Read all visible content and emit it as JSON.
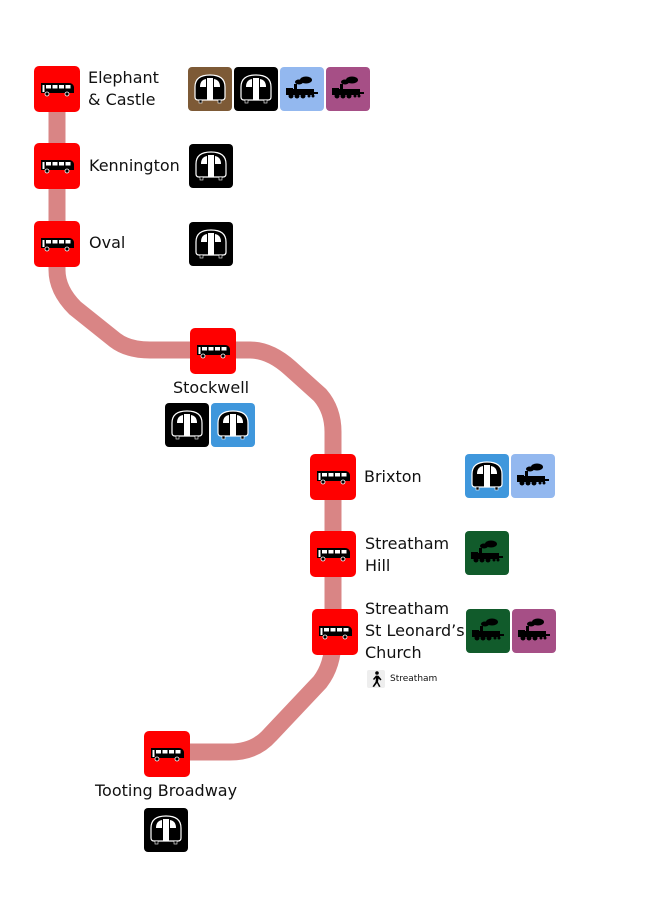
{
  "route": {
    "line_color": "#d98585",
    "stop_color": "#ff0000",
    "stops": [
      {
        "id": "elephant-castle",
        "name_lines": [
          "Elephant",
          "& Castle"
        ],
        "modes": [
          {
            "type": "underground",
            "color": "#7d5a36"
          },
          {
            "type": "underground",
            "color": "#000000"
          },
          {
            "type": "rail",
            "color": "#93b8ef"
          },
          {
            "type": "rail",
            "color": "#a64f86"
          }
        ]
      },
      {
        "id": "kennington",
        "name_lines": [
          "Kennington"
        ],
        "modes": [
          {
            "type": "underground",
            "color": "#000000"
          }
        ]
      },
      {
        "id": "oval",
        "name_lines": [
          "Oval"
        ],
        "modes": [
          {
            "type": "underground",
            "color": "#000000"
          }
        ]
      },
      {
        "id": "stockwell",
        "name_lines": [
          "Stockwell"
        ],
        "modes": [
          {
            "type": "underground",
            "color": "#000000"
          },
          {
            "type": "underground",
            "color": "#3f97dc"
          }
        ]
      },
      {
        "id": "brixton",
        "name_lines": [
          "Brixton"
        ],
        "modes": [
          {
            "type": "underground",
            "color": "#3f97dc"
          },
          {
            "type": "rail",
            "color": "#93b8ef"
          }
        ]
      },
      {
        "id": "streatham-hill",
        "name_lines": [
          "Streatham",
          "Hill"
        ],
        "modes": [
          {
            "type": "rail",
            "color": "#115b2b"
          }
        ]
      },
      {
        "id": "streatham-st-leonards",
        "name_lines": [
          "Streatham",
          "St Leonard’s",
          "Church"
        ],
        "modes": [
          {
            "type": "rail",
            "color": "#115b2b"
          },
          {
            "type": "rail",
            "color": "#a64f86"
          }
        ],
        "walk": {
          "icon": "walking-person-icon",
          "label": "Streatham"
        }
      },
      {
        "id": "tooting-broadway",
        "name_lines": [
          "Tooting Broadway"
        ],
        "modes": [
          {
            "type": "underground",
            "color": "#000000"
          }
        ]
      }
    ]
  }
}
